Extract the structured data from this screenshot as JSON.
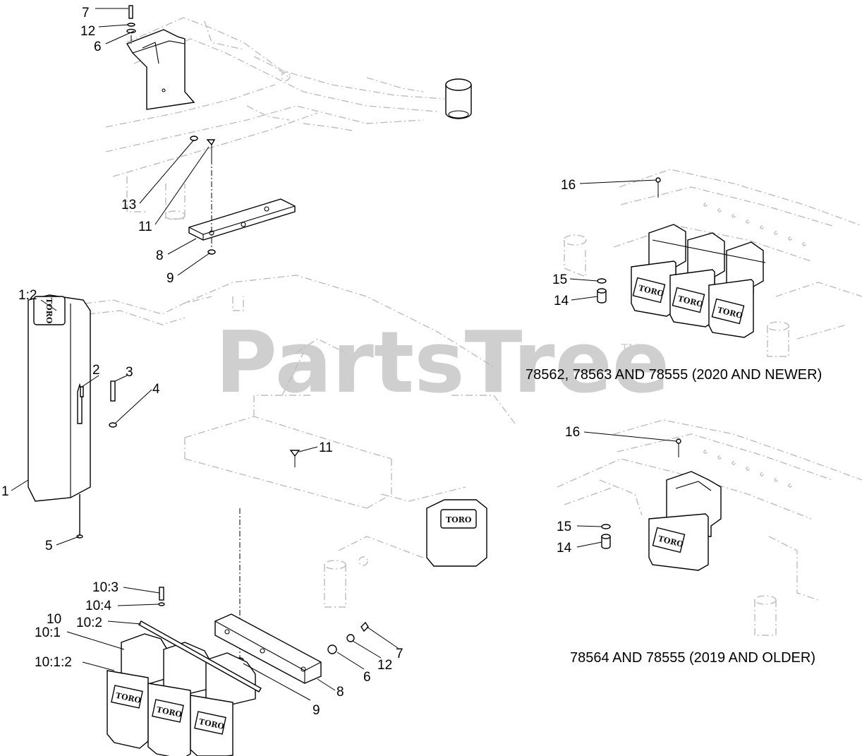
{
  "watermark": {
    "text": "PartsTree",
    "trademark": "TM"
  },
  "captions": {
    "new_model": "78562, 78563 AND 78555 (2020 AND NEWER)",
    "old_model": "78564 AND 78555 (2019 AND OLDER)"
  },
  "weight_brand": "TORO",
  "callouts": {
    "top_7": "7",
    "top_12": "12",
    "top_6": "6",
    "top_13": "13",
    "top_11": "11",
    "top_8": "8",
    "top_9": "9",
    "br_16": "16",
    "br_15": "15",
    "br_14": "14",
    "or_16": "16",
    "or_15": "15",
    "or_14": "14",
    "m_2": "2",
    "m_3": "3",
    "m_4": "4",
    "m_1_2": "1:2",
    "m_1": "1",
    "m_5": "5",
    "m_11": "11",
    "m_10_3": "10:3",
    "m_10_4": "10:4",
    "m_10_2": "10:2",
    "m_10": "10",
    "m_10_1": "10:1",
    "m_10_1_2": "10:1:2",
    "m_9": "9",
    "m_8": "8",
    "m_6": "6",
    "m_12": "12",
    "m_7": "7"
  }
}
